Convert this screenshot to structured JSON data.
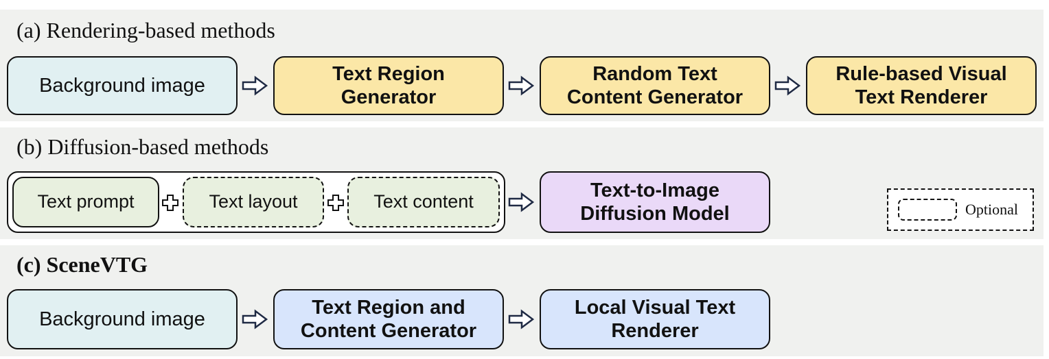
{
  "panel_a": {
    "title": "(a) Rendering-based methods",
    "box_1": "Background image",
    "box_2": "Text Region\nGenerator",
    "box_3": "Random Text\nContent Generator",
    "box_4": "Rule-based Visual\nText Renderer"
  },
  "panel_b": {
    "title": "(b) Diffusion-based methods",
    "input_1": "Text prompt",
    "input_2": "Text layout",
    "input_3": "Text content",
    "model": "Text-to-Image\nDiffusion Model",
    "legend_label": "Optional"
  },
  "panel_c": {
    "title": "(c) SceneVTG",
    "box_1": "Background image",
    "box_2": "Text Region and\nContent Generator",
    "box_3": "Local Visual Text\nRenderer"
  },
  "colors": {
    "panel_bg": "#f0f1ef",
    "background_box": "#e1f0f2",
    "rendering_box": "#fbe7a7",
    "input_box": "#e8f0df",
    "diffusion_box": "#ead9f8",
    "scenevtg_box": "#d8e5fc",
    "arrow_stroke": "#1f2a44"
  },
  "icons": {
    "flow": "hollow-right-arrow-icon",
    "combine": "hollow-plus-icon"
  }
}
